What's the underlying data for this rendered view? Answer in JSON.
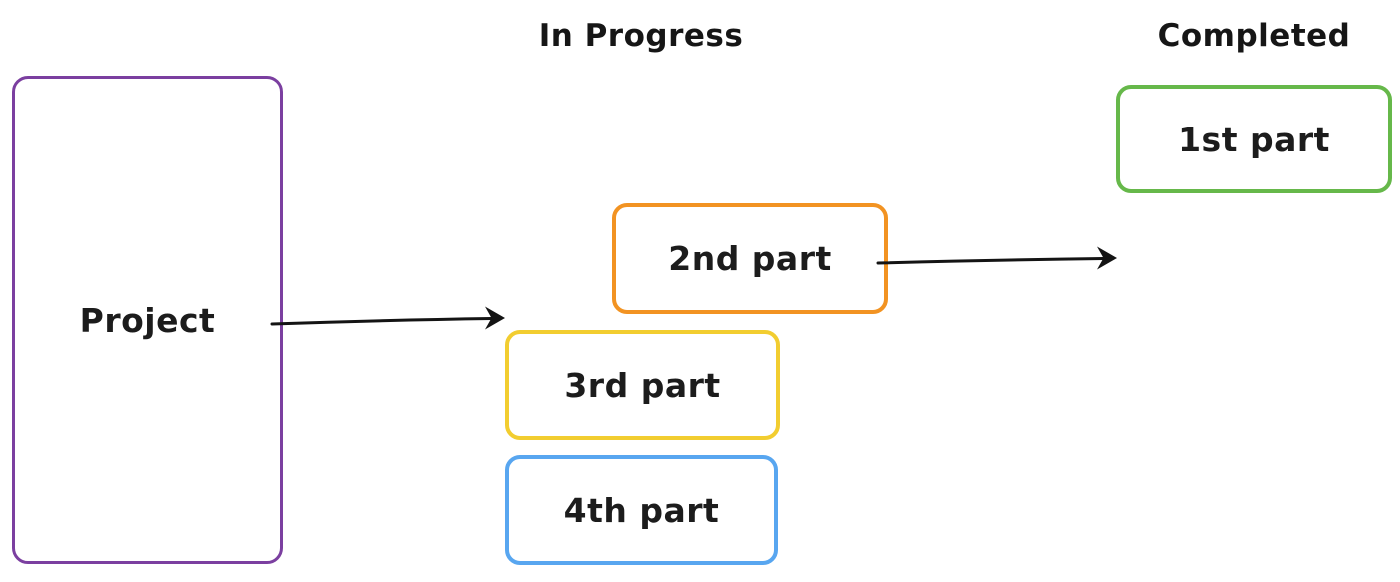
{
  "diagram": {
    "headers": {
      "in_progress": "In Progress",
      "completed": "Completed"
    },
    "project": {
      "label": "Project",
      "border_color": "#7b3fa0"
    },
    "cards": {
      "first": {
        "label": "1st part",
        "border_color": "#66b84a",
        "column": "Completed"
      },
      "second": {
        "label": "2nd part",
        "border_color": "#f29322",
        "column": "In Progress"
      },
      "third": {
        "label": "3rd part",
        "border_color": "#f2cd30",
        "column": "In Progress"
      },
      "fourth": {
        "label": "4th part",
        "border_color": "#58a6f0",
        "column": "In Progress"
      }
    },
    "arrows": {
      "color": "#141414",
      "project_to_in_progress": {
        "from": "Project",
        "to": "In Progress"
      },
      "second_part_to_completed": {
        "from": "2nd part",
        "to": "Completed"
      }
    }
  }
}
